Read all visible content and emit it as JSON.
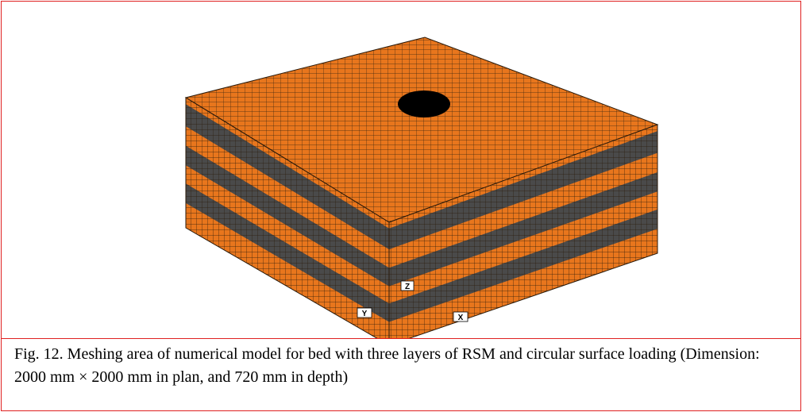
{
  "figure": {
    "caption": "Fig. 12. Meshing area of numerical model for bed with three layers of RSM and circular surface loading (Dimension: 2000 mm × 2000 mm in plan, and 720 mm in depth)",
    "axes": {
      "z": "Z",
      "y": "Y",
      "x": "X"
    },
    "colors": {
      "soil": "#e8761d",
      "rsm_layer": "#4a4a4a",
      "mesh_line": "#2a1a0a",
      "loading_plate": "#000000",
      "border": "#e02020"
    },
    "mesh": {
      "rsm_layers": 3
    }
  }
}
